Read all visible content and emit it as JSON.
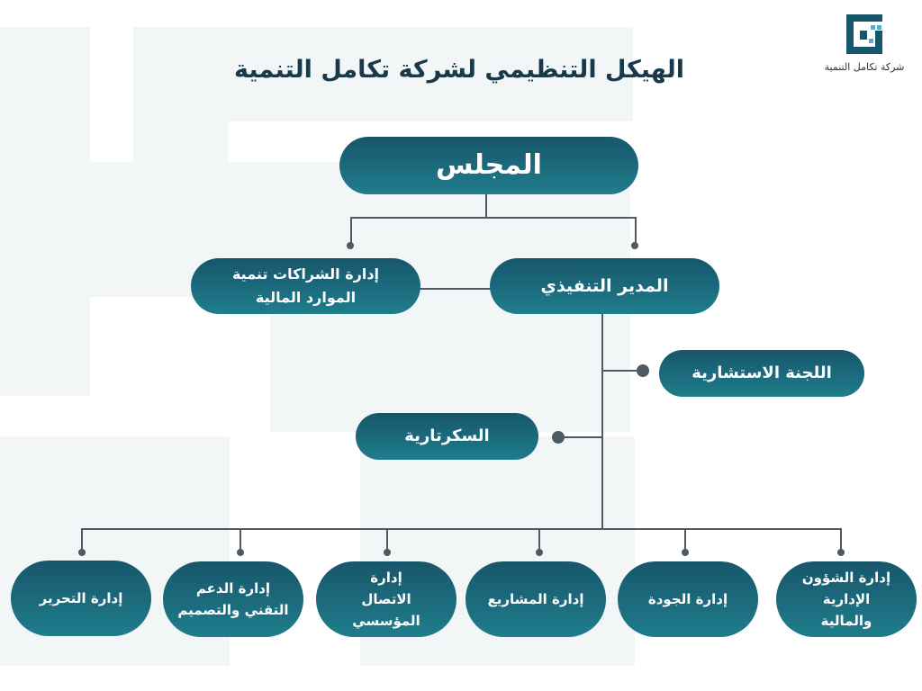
{
  "title": "الهيكل التنظيمي لشركة تكامل التنمية",
  "logo": {
    "text": "شركة تكامل التنمية"
  },
  "nodes": {
    "council": "المجلس",
    "partnerships": "إدارة الشراكات تنمية الموارد المالية",
    "ceo": "المدير التنفيذي",
    "advisory": "اللجنة الاستشارية",
    "secretariat": "السكرتارية"
  },
  "departments": [
    "إدارة الشؤون الإدارية والمالية",
    "إدارة الجودة",
    "إدارة المشاريع",
    "إدارة الاتصال المؤسسي",
    "إدارة الدعم التقني والتصميم",
    "إدارة التحرير"
  ],
  "colors": {
    "node_top": "#17566a",
    "node_bottom": "#1f7d8c",
    "line": "#4d5963",
    "title": "#17394a"
  }
}
